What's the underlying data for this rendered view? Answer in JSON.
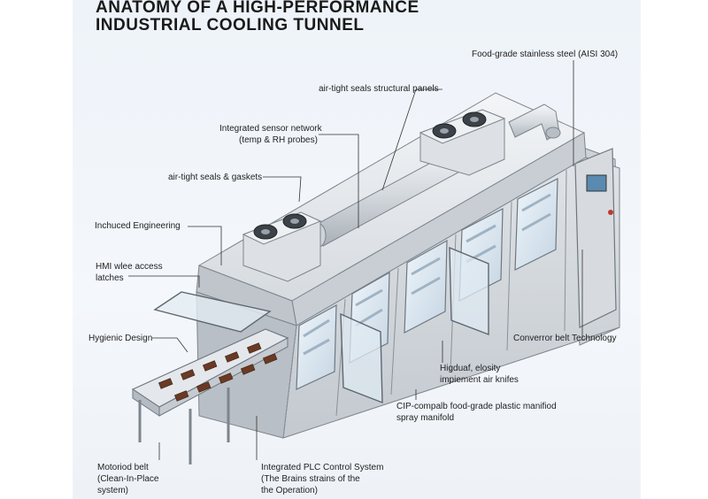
{
  "title": {
    "line1": "ANATOMY OF A HIGH-PERFORMANCE",
    "line2": "INDUSTRIAL COOLING TUNNEL"
  },
  "labels": {
    "stainless": "Food-grade stainless steel (AISI 304)",
    "seals_panels": "air-tight seals structural panels",
    "sensor1": "Integrated sensor network",
    "sensor2": "(temp & RH probes)",
    "seals_gaskets": "air-tight seals & gaskets",
    "engineering": "Inchuced Engineering",
    "hmi1": "HMI wlee access",
    "hmi2": "latches",
    "hygienic": "Hygienic Design",
    "conveyor": "Converror belt Technology",
    "knives1": "Higduaf, elosity",
    "knives2": "impiement air knifes",
    "cip1": "CIP-compalb food-grade plastic manifiod",
    "cip2": "spray manifold",
    "motor1": "Motoriod belt",
    "motor2": "(Clean-In-Place",
    "motor3": "system)",
    "plc1": "Integrated PLC Control System",
    "plc2": "(The Brains strains of the",
    "plc3": "the Operation)"
  },
  "colors": {
    "steel_light": "#e9ecef",
    "steel_mid": "#cfd4da",
    "steel_dark": "#9aa1a9",
    "chocolate": "#6b3a24",
    "accent_red": "#c0392b",
    "screen": "#5a8ab0",
    "leader": "#333333"
  },
  "icons": [
    "fan-icon",
    "hmi-screen-icon"
  ]
}
